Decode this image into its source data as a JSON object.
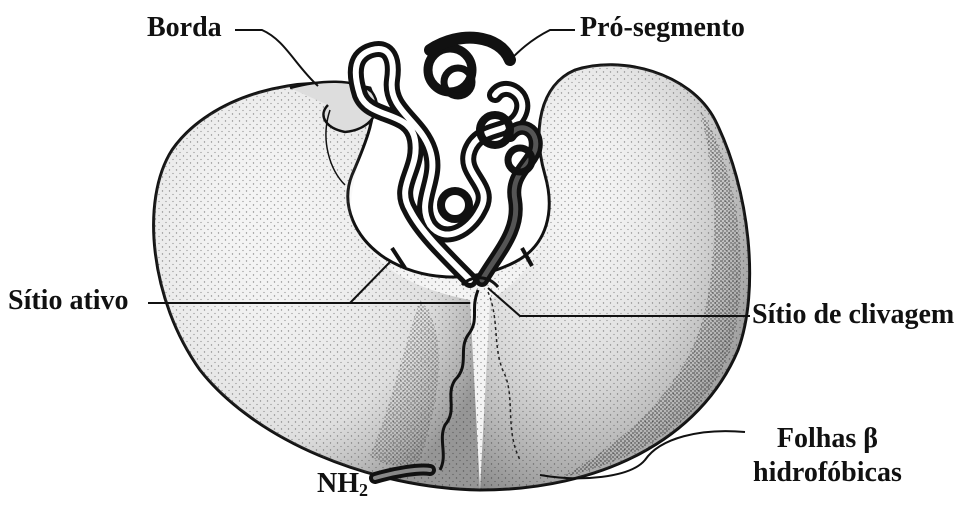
{
  "labels": {
    "borda": "Borda",
    "pro_segmento": "Pró-segmento",
    "sitio_ativo": "Sítio ativo",
    "sitio_clivagem": "Sítio de clivagem",
    "folhas_line1": "Folhas β",
    "folhas_line2": "hidrofóbicas",
    "nh2_base": "NH",
    "nh2_sub": "2"
  },
  "colors": {
    "ink": "#111111",
    "background": "#ffffff"
  }
}
